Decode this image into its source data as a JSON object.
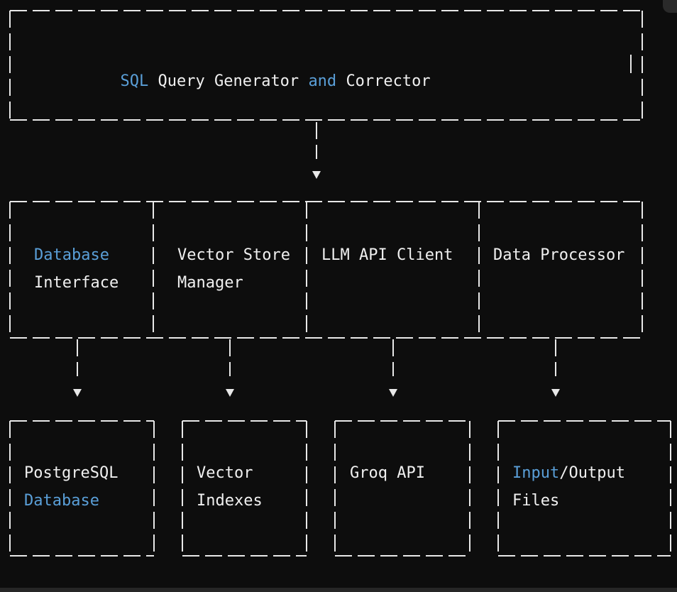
{
  "colors": {
    "background": "#0d0d0d",
    "text": "#f0f0f0",
    "keyword": "#5a9fd8",
    "lines": "#e8e8e8"
  },
  "title_box": {
    "words": [
      "SQL",
      "Query Generator",
      "and",
      "Corrector"
    ]
  },
  "components": {
    "database_interface": [
      "Database",
      "Interface"
    ],
    "vector_store_manager": [
      "Vector Store",
      "Manager"
    ],
    "llm_api_client": [
      "LLM API Client"
    ],
    "data_processor": [
      "Data Processor"
    ]
  },
  "resources": {
    "postgresql": [
      "PostgreSQL",
      "Database"
    ],
    "vector_indexes": [
      "Vector",
      "Indexes"
    ],
    "groq_api": [
      "Groq API"
    ],
    "io_files": [
      "Input",
      "/Output",
      "Files"
    ]
  }
}
